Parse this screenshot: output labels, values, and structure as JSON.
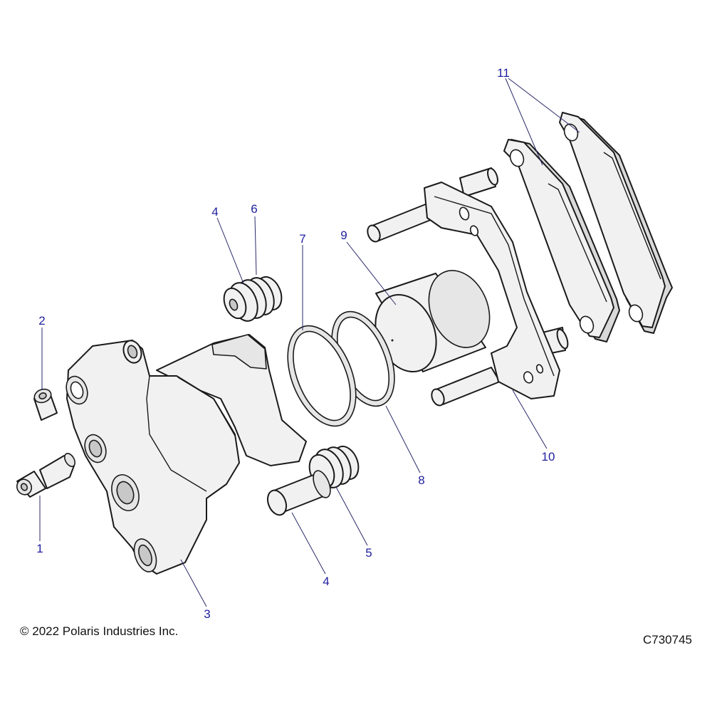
{
  "callouts": [
    {
      "id": "c1",
      "label": "1"
    },
    {
      "id": "c2",
      "label": "2"
    },
    {
      "id": "c3",
      "label": "3"
    },
    {
      "id": "c4a",
      "label": "4"
    },
    {
      "id": "c4b",
      "label": "4"
    },
    {
      "id": "c5",
      "label": "5"
    },
    {
      "id": "c6",
      "label": "6"
    },
    {
      "id": "c7",
      "label": "7"
    },
    {
      "id": "c8",
      "label": "8"
    },
    {
      "id": "c9",
      "label": "9"
    },
    {
      "id": "c10",
      "label": "10"
    },
    {
      "id": "c11",
      "label": "11"
    }
  ],
  "footer": {
    "copyright": "© 2022 Polaris Industries Inc.",
    "figure_id": "C730745"
  },
  "colors": {
    "callout_text": "#1e1e9e",
    "line_art": "#1a1a1a",
    "part_fill": "#f1f1f1"
  }
}
